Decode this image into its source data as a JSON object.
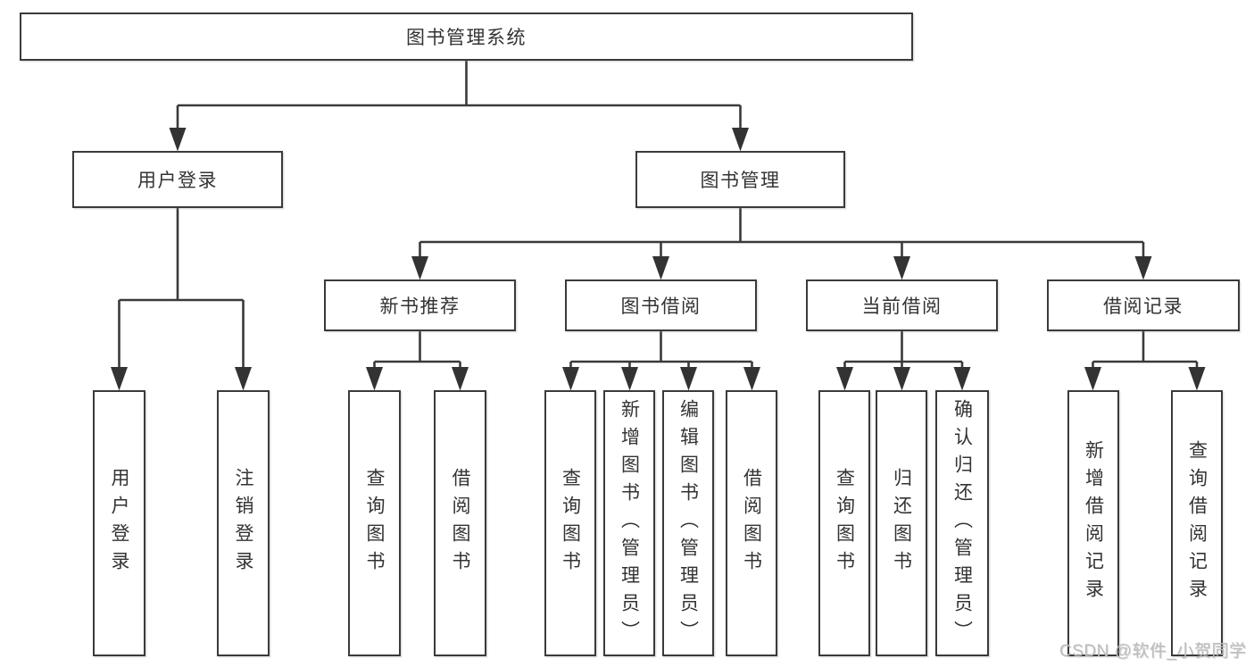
{
  "colors": {
    "line": "#3a3a3a",
    "arrow": "#333333",
    "text": "#333333",
    "box_background": "#ffffff",
    "page_background": "#ffffff",
    "watermark": "#bcbcbc"
  },
  "tree": {
    "root": "图书管理系统",
    "branches": [
      {
        "label": "用户登录",
        "children": [
          "用户登录",
          "注销登录"
        ]
      },
      {
        "label": "图书管理",
        "children": [
          {
            "label": "新书推荐",
            "children": [
              "查询图书",
              "借阅图书"
            ]
          },
          {
            "label": "图书借阅",
            "children": [
              "查询图书",
              "新增图书（管理员）",
              "编辑图书（管理员）",
              "借阅图书"
            ]
          },
          {
            "label": "当前借阅",
            "children": [
              "查询图书",
              "归还图书",
              "确认归还（管理员）"
            ]
          },
          {
            "label": "借阅记录",
            "children": [
              "新增借阅记录",
              "查询借阅记录"
            ]
          }
        ]
      }
    ]
  },
  "watermark": {
    "text": "CSDN @软件_小贺同学"
  }
}
